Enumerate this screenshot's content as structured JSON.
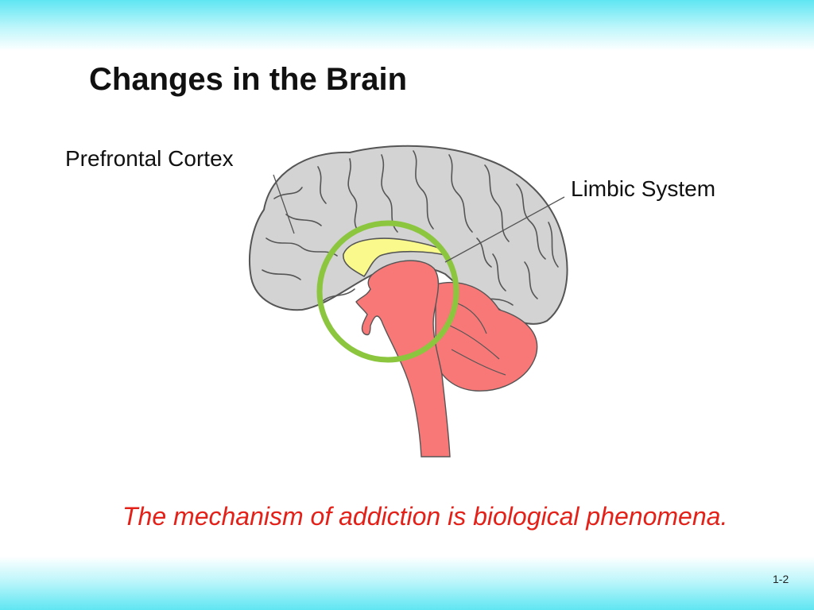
{
  "slide": {
    "title": "Changes in the Brain",
    "labels": {
      "prefrontal_cortex": "Prefrontal Cortex",
      "limbic_system": "Limbic System"
    },
    "caption": "The mechanism of addiction is biological phenomena.",
    "slide_number": "1-2"
  },
  "colors": {
    "band": "#5fe6f2",
    "cortex_fill": "#d3d3d3",
    "brainstem_fill": "#f87878",
    "corpus_callosum_fill": "#fafa8c",
    "highlight_ring": "#8cc63f",
    "caption_text": "#e32119"
  }
}
